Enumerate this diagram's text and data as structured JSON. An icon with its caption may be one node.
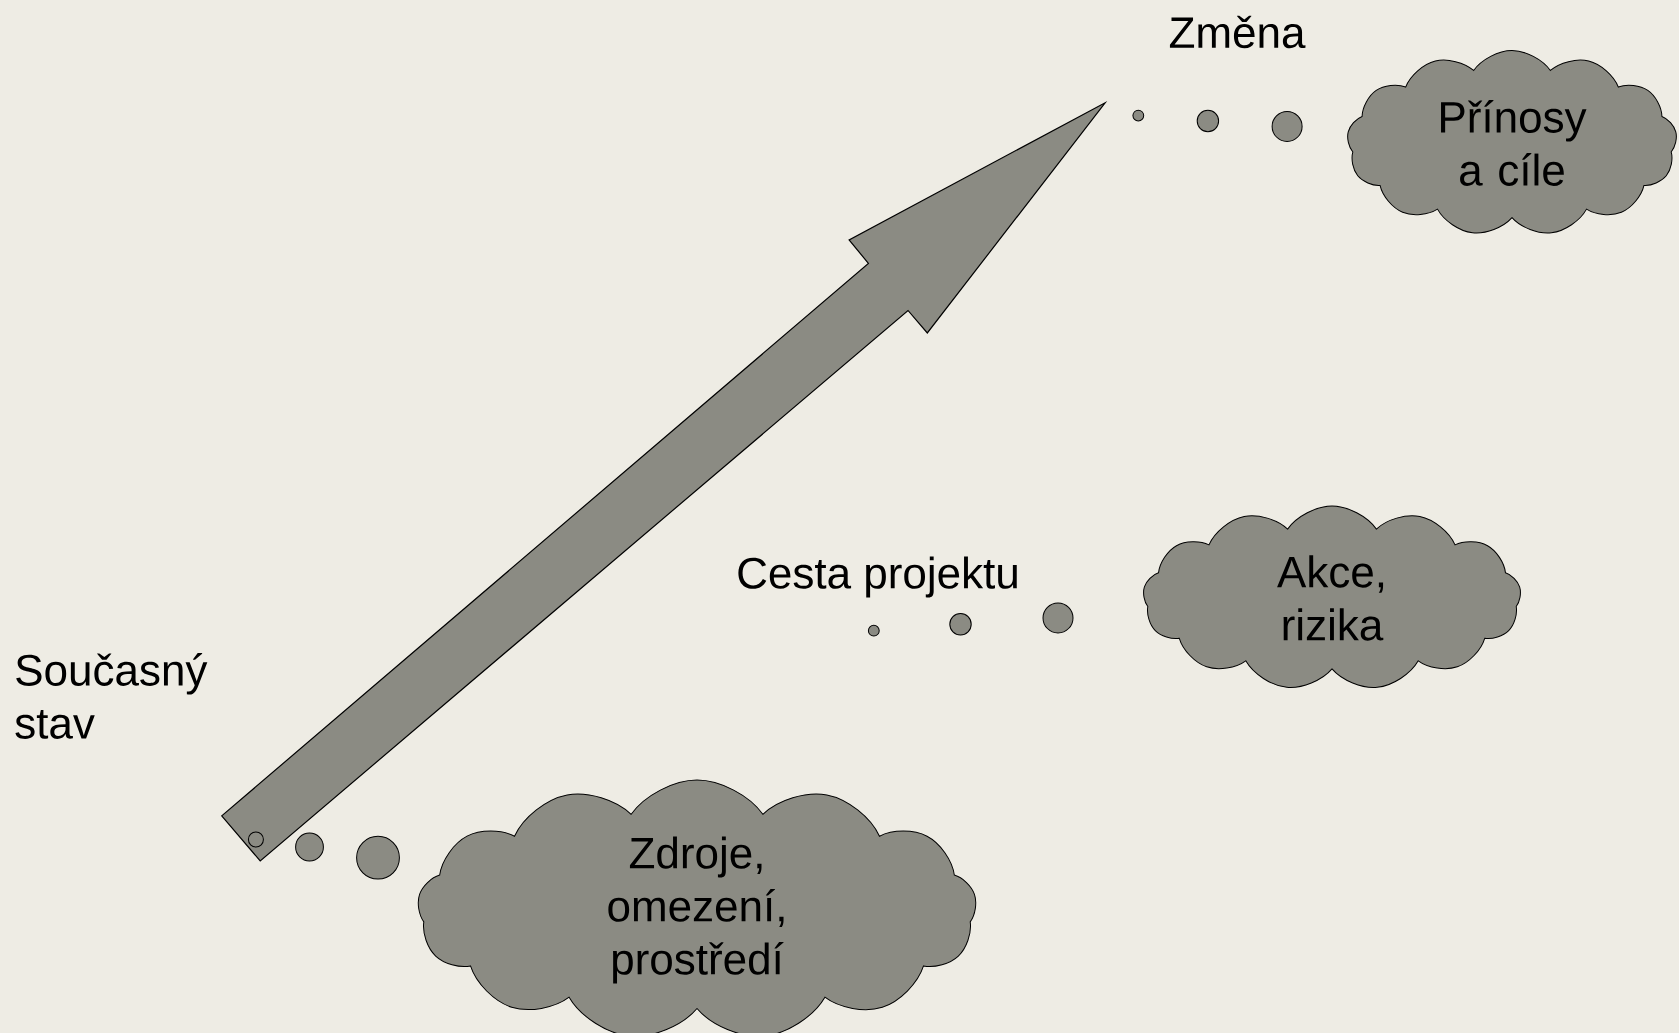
{
  "diagram": {
    "nodes": [
      {
        "text": [
          "Přínosy a cíle"
        ]
      },
      {
        "text": [
          "Akce, rizika"
        ]
      },
      {
        "text": [
          "Zdroje, omezení, prostředí"
        ]
      }
    ],
    "labels": [
      "Změna",
      "Cesta projektu",
      "Současný stav"
    ]
  }
}
